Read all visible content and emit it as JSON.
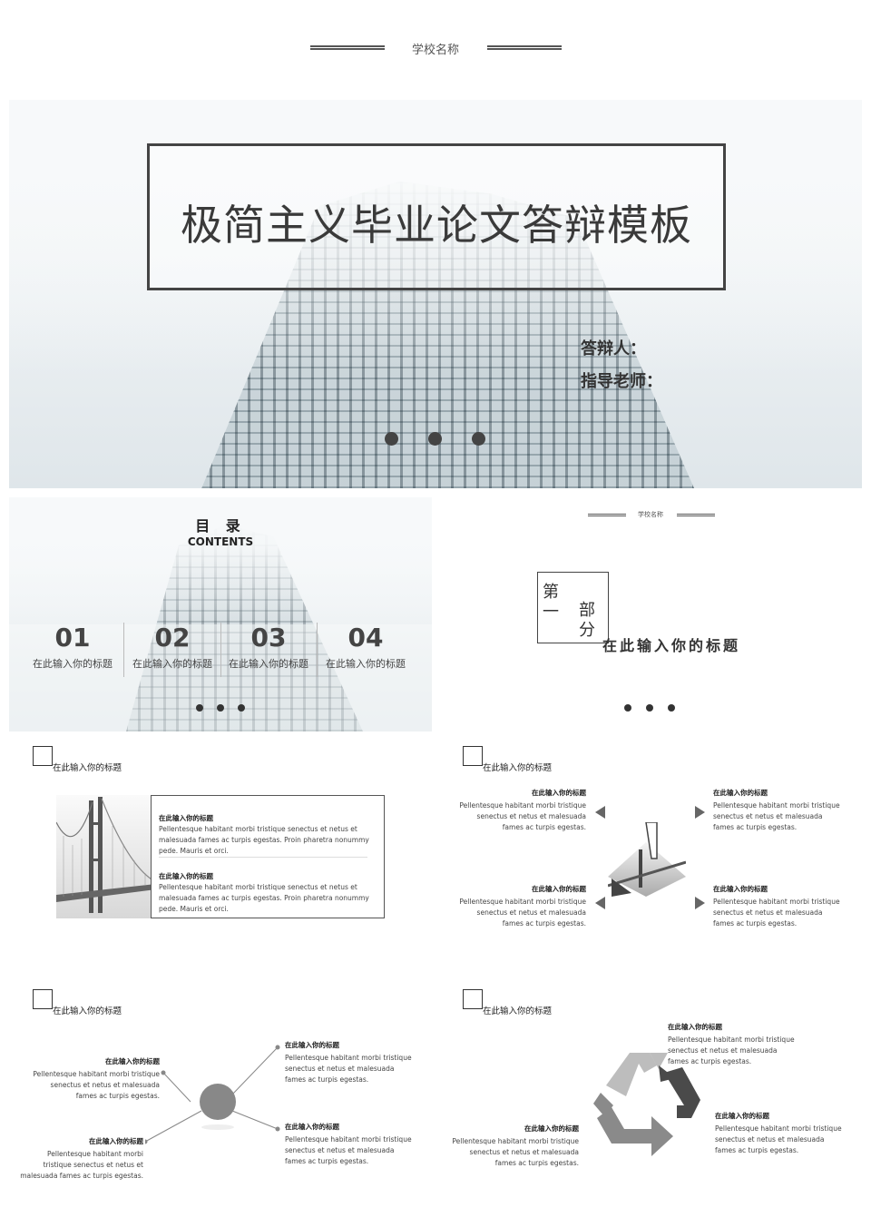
{
  "cover": {
    "school": "学校名称",
    "title": "极简主义毕业论文答辩模板",
    "presenter_label": "答辩人：",
    "advisor_label": "指导老师："
  },
  "contents": {
    "heading": "目 录",
    "subheading": "CONTENTS",
    "items": [
      {
        "number": "01",
        "label": "在此输入你的标题"
      },
      {
        "number": "02",
        "label": "在此输入你的标题"
      },
      {
        "number": "03",
        "label": "在此输入你的标题"
      },
      {
        "number": "04",
        "label": "在此输入你的标题"
      }
    ]
  },
  "section": {
    "school": "学校名称",
    "part_first": "第一",
    "part_rest": "部分",
    "title": "在此输入你的标题"
  },
  "slide_bridge": {
    "title": "在此输入你的标题",
    "blocks": [
      {
        "heading": "在此输入你的标题",
        "body": "Pellentesque habitant morbi tristique senectus et netus et malesuada fames ac turpis egestas. Proin pharetra nonummy pede. Mauris et orci."
      },
      {
        "heading": "在此输入你的标题",
        "body": "Pellentesque habitant morbi tristique senectus et netus et malesuada fames ac turpis egestas. Proin pharetra nonummy pede. Mauris et orci."
      }
    ]
  },
  "slide_diamond": {
    "title": "在此输入你的标题",
    "items": [
      {
        "heading": "在此输入你的标题",
        "body": "Pellentesque habitant morbi tristique senectus et netus et malesuada fames ac turpis egestas."
      },
      {
        "heading": "在此输入你的标题",
        "body": "Pellentesque habitant morbi tristique senectus et netus et malesuada fames ac turpis egestas."
      },
      {
        "heading": "在此输入你的标题",
        "body": "Pellentesque habitant morbi tristique senectus et netus et malesuada fames ac turpis egestas."
      },
      {
        "heading": "在此输入你的标题",
        "body": "Pellentesque habitant morbi tristique senectus et netus et malesuada fames ac turpis egestas."
      }
    ]
  },
  "slide_hub": {
    "title": "在此输入你的标题",
    "items": [
      {
        "heading": "在此输入你的标题",
        "body": "Pellentesque habitant morbi tristique senectus et netus et malesuada fames ac turpis egestas."
      },
      {
        "heading": "在此输入你的标题",
        "body": "Pellentesque habitant morbi tristique senectus et netus et malesuada fames ac turpis egestas."
      },
      {
        "heading": "在此输入你的标题",
        "body": "Pellentesque habitant morbi tristique senectus et netus et malesuada fames ac turpis egestas."
      },
      {
        "heading": "在此输入你的标题",
        "body": "Pellentesque habitant morbi tristique senectus et netus et malesuada fames ac turpis egestas."
      }
    ]
  },
  "slide_cycle": {
    "title": "在此输入你的标题",
    "items": [
      {
        "heading": "在此输入你的标题",
        "body": "Pellentesque habitant morbi tristique senectus et netus et malesuada fames ac turpis egestas."
      },
      {
        "heading": "在此输入你的标题",
        "body": "Pellentesque habitant morbi tristique senectus et netus et malesuada fames ac turpis egestas."
      },
      {
        "heading": "在此输入你的标题",
        "body": "Pellentesque habitant morbi tristique senectus et netus et malesuada fames ac turpis egestas."
      }
    ]
  },
  "colors": {
    "dark": "#4a4a4a",
    "mid": "#8a8a8a",
    "light": "#bdbdbd"
  }
}
